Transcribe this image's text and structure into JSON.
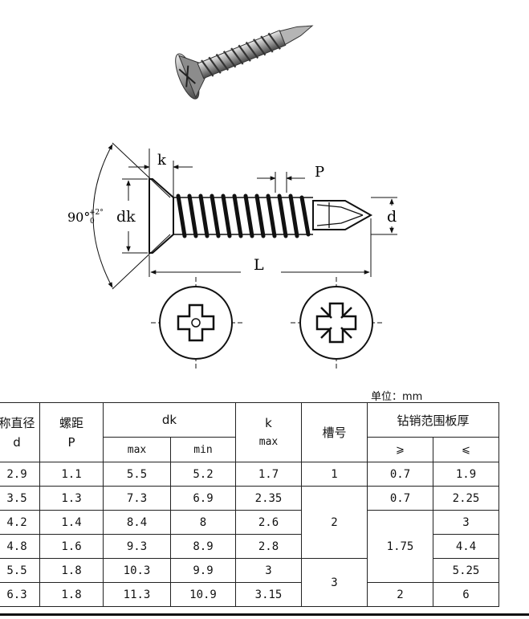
{
  "drawing": {
    "labels": {
      "k": "k",
      "p": "P",
      "dk": "dk",
      "d": "d",
      "l": "L",
      "angle": "90°",
      "angle_tol_upper": "+2°",
      "angle_tol_lower": "0"
    }
  },
  "unit_label": "单位：mm",
  "table": {
    "header": {
      "nominal_diameter": "称直径",
      "nominal_diameter_symbol": "d",
      "pitch": "螺距",
      "pitch_symbol": "P",
      "dk": "dk",
      "dk_max": "max",
      "dk_min": "min",
      "k": "k",
      "k_max": "max",
      "slot": "槽号",
      "drill_range": "钻销范围板厚",
      "ge": "⩾",
      "le": "⩽"
    },
    "rows": [
      {
        "d": "2.9",
        "p": "1.1",
        "dk_max": "5.5",
        "dk_min": "5.2",
        "k": "1.7",
        "slot": "1",
        "ge": "0.7",
        "le": "1.9"
      },
      {
        "d": "3.5",
        "p": "1.3",
        "dk_max": "7.3",
        "dk_min": "6.9",
        "k": "2.35",
        "slot": "2",
        "ge": "0.7",
        "le": "2.25"
      },
      {
        "d": "4.2",
        "p": "1.4",
        "dk_max": "8.4",
        "dk_min": "8",
        "k": "2.6",
        "slot": "",
        "ge": "1.75",
        "le": "3"
      },
      {
        "d": "4.8",
        "p": "1.6",
        "dk_max": "9.3",
        "dk_min": "8.9",
        "k": "2.8",
        "slot": "",
        "ge": "",
        "le": "4.4"
      },
      {
        "d": "5.5",
        "p": "1.8",
        "dk_max": "10.3",
        "dk_min": "9.9",
        "k": "3",
        "slot": "3",
        "ge": "",
        "le": "5.25"
      },
      {
        "d": "6.3",
        "p": "1.8",
        "dk_max": "11.3",
        "dk_min": "10.9",
        "k": "3.15",
        "slot": "",
        "ge": "2",
        "le": "6"
      }
    ]
  }
}
